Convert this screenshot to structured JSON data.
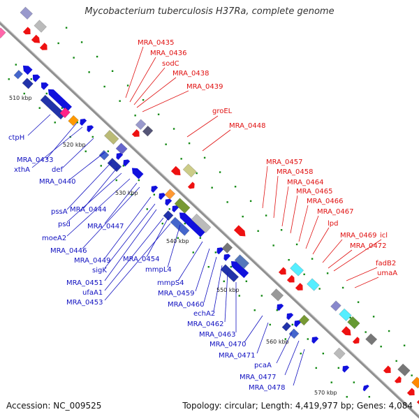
{
  "header": {
    "title": "Mycobacterium tuberculosis H37Ra, complete genome"
  },
  "footer": {
    "accession": "Accession: NC_009525",
    "topology": "Topology: circular; Length: 4,419,977 bp; Genes: 4,084"
  },
  "scale_ticks": [
    "510 kbp",
    "520 kbp",
    "530 kbp",
    "540 kbp",
    "550 kbp",
    "560 kbp",
    "570 kbp"
  ],
  "forward_labels": [
    "MRA_0435",
    "MRA_0436",
    "sodC",
    "MRA_0438",
    "MRA_0439",
    "groEL",
    "MRA_0448",
    "MRA_0457",
    "MRA_0458",
    "MRA_0464",
    "MRA_0465",
    "MRA_0466",
    "MRA_0467",
    "lpd",
    "MRA_0469",
    "icl",
    "MRA_0472",
    "fadB2",
    "umaA"
  ],
  "reverse_labels": [
    "ctpH",
    "MRA_0433",
    "xthA",
    "def",
    "MRA_0440",
    "pssA",
    "MRA_0444",
    "psd",
    "MRA_0447",
    "moeA2",
    "MRA_0446",
    "MRA_0449",
    "sigK",
    "MRA_0454",
    "mmpL4",
    "MRA_0451",
    "ufaA1",
    "MRA_0453",
    "mmpS4",
    "MRA_0459",
    "MRA_0460",
    "echA2",
    "MRA_0462",
    "MRA_0463",
    "MRA_0470",
    "MRA_0471",
    "pcaA",
    "MRA_0477",
    "MRA_0478"
  ],
  "colors": {
    "backbone": "#888888",
    "forward_gene": "#ee1111",
    "reverse_gene": "#1111dd",
    "tick_dot": "#118811"
  }
}
